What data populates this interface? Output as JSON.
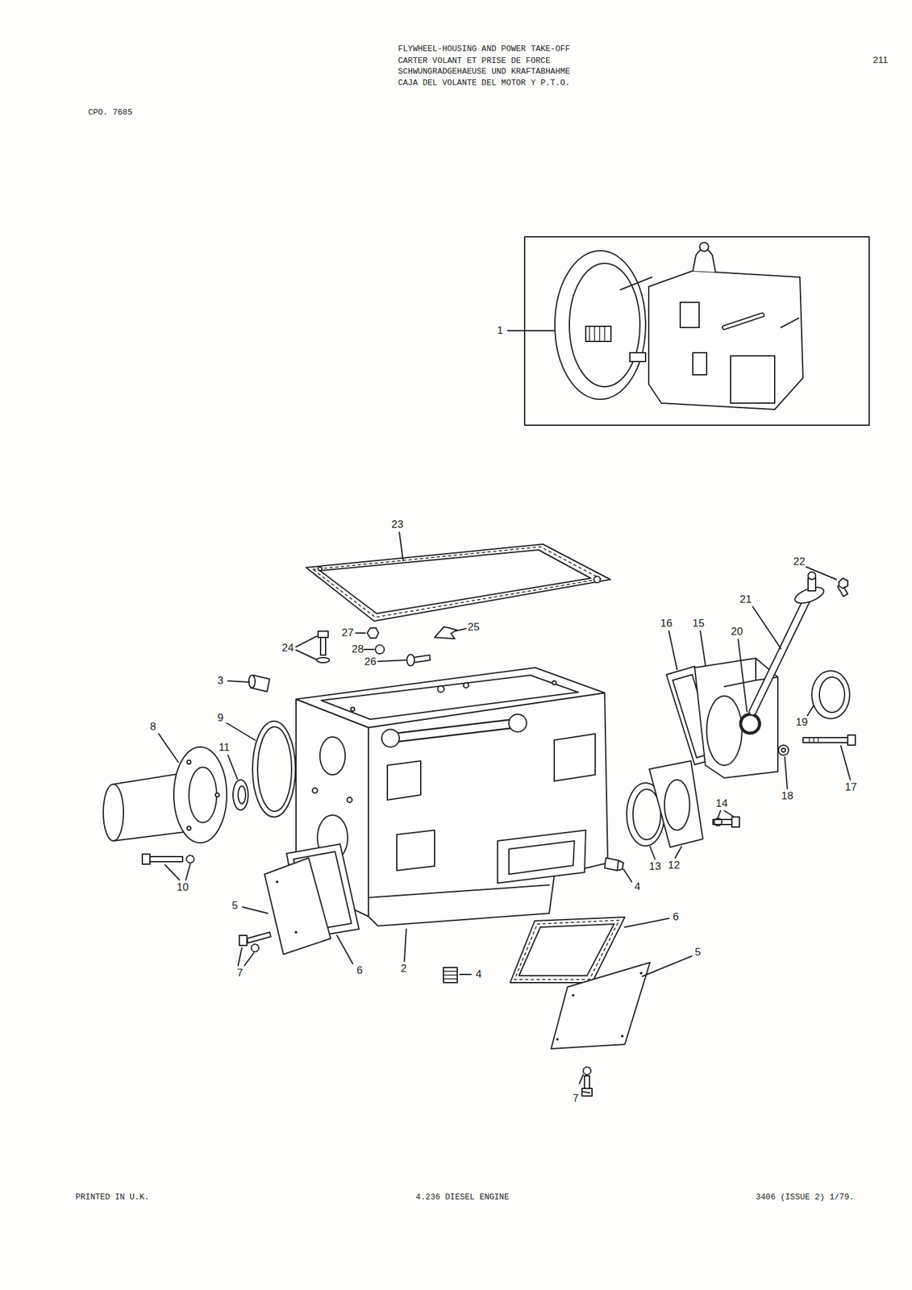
{
  "diagram": {
    "title": "FLYWHEEL-HOUSING AND POWER TAKE-OFF",
    "labels": [
      "CARTER VOLANT ET PRISE DE FORCE",
      "SCHWUNGRADGEHAEUSE UND KRAFTABHAHME",
      "CAJA DEL VOLANTE DEL MOTOR Y P.T.O.",
      "211",
      "CPO. 7685",
      "1",
      "23",
      "22",
      "21",
      "16",
      "15",
      "20",
      "27",
      "25",
      "28",
      "24",
      "26",
      "3",
      "9",
      "8",
      "19",
      "17",
      "18",
      "14",
      "11",
      "13",
      "12",
      "4",
      "10",
      "5",
      "6",
      "7",
      "6",
      "2",
      "4",
      "5",
      "7",
      "PRINTED IN U.K.",
      "4.236 DIESEL ENGINE",
      "3406 (ISSUE 2) 1/79."
    ]
  }
}
